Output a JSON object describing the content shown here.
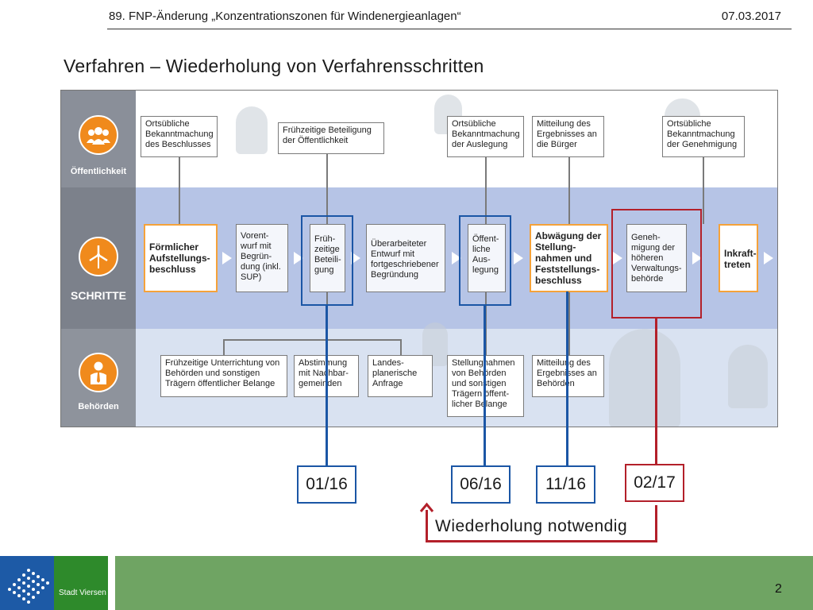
{
  "header": {
    "title": "89. FNP-Änderung „Konzentrationszonen für Windenergieanlagen“",
    "date": "07.03.2017"
  },
  "slide": {
    "title": "Verfahren – Wiederholung von Verfahrensschritten",
    "page_number": "2"
  },
  "lanes": {
    "public": "Öffentlichkeit",
    "steps": "SCHRITTE",
    "authorities": "Behörden"
  },
  "public_boxes": {
    "b1": "Ortsübliche Bekanntmachung des Beschlusses",
    "b2": "Frühzeitige Beteiligung der Öffentlichkeit",
    "b3": "Ortsübliche Bekanntmachung der Auslegung",
    "b4": "Mitteilung des Ergebnisses an die Bürger",
    "b5": "Ortsübliche Bekanntmachung der Genehmigung"
  },
  "step_boxes": {
    "s1": "Förmlicher Aufstellungs-beschluss",
    "s2": "Vorent-wurf mit Begrün-dung (inkl. SUP)",
    "s3": "Früh-zeitige Beteili-gung",
    "s4": "Überarbeiteter Entwurf mit fortgeschriebener Begründung",
    "s5": "Öffent-liche Aus-legung",
    "s6": "Abwägung der Stellung-nahmen und Feststellungs-beschluss",
    "s7": "Geneh-migung der höheren Verwaltungs-behörde",
    "s8": "Inkraft-treten"
  },
  "authority_boxes": {
    "a1": "Frühzeitige Unterrichtung von Behörden und sonstigen Trägern öffentlicher Belange",
    "a2": "Abstimmung mit Nachbar-gemeinden",
    "a3": "Landes-planerische Anfrage",
    "a4": "Stellungnahmen von Behörden und sonstigen Trägern öffent-licher Belange",
    "a5": "Mitteilung des Ergebnisses an Behörden"
  },
  "dates": {
    "d1": "01/16",
    "d2": "06/16",
    "d3": "11/16",
    "d4": "02/17"
  },
  "annotation": {
    "repeat": "Wiederholung notwendig"
  },
  "footer": {
    "city": "Stadt Viersen"
  },
  "colors": {
    "orange": "#f08a1c",
    "blue": "#1b56a5",
    "red": "#b3202a",
    "green": "#6fa463"
  }
}
